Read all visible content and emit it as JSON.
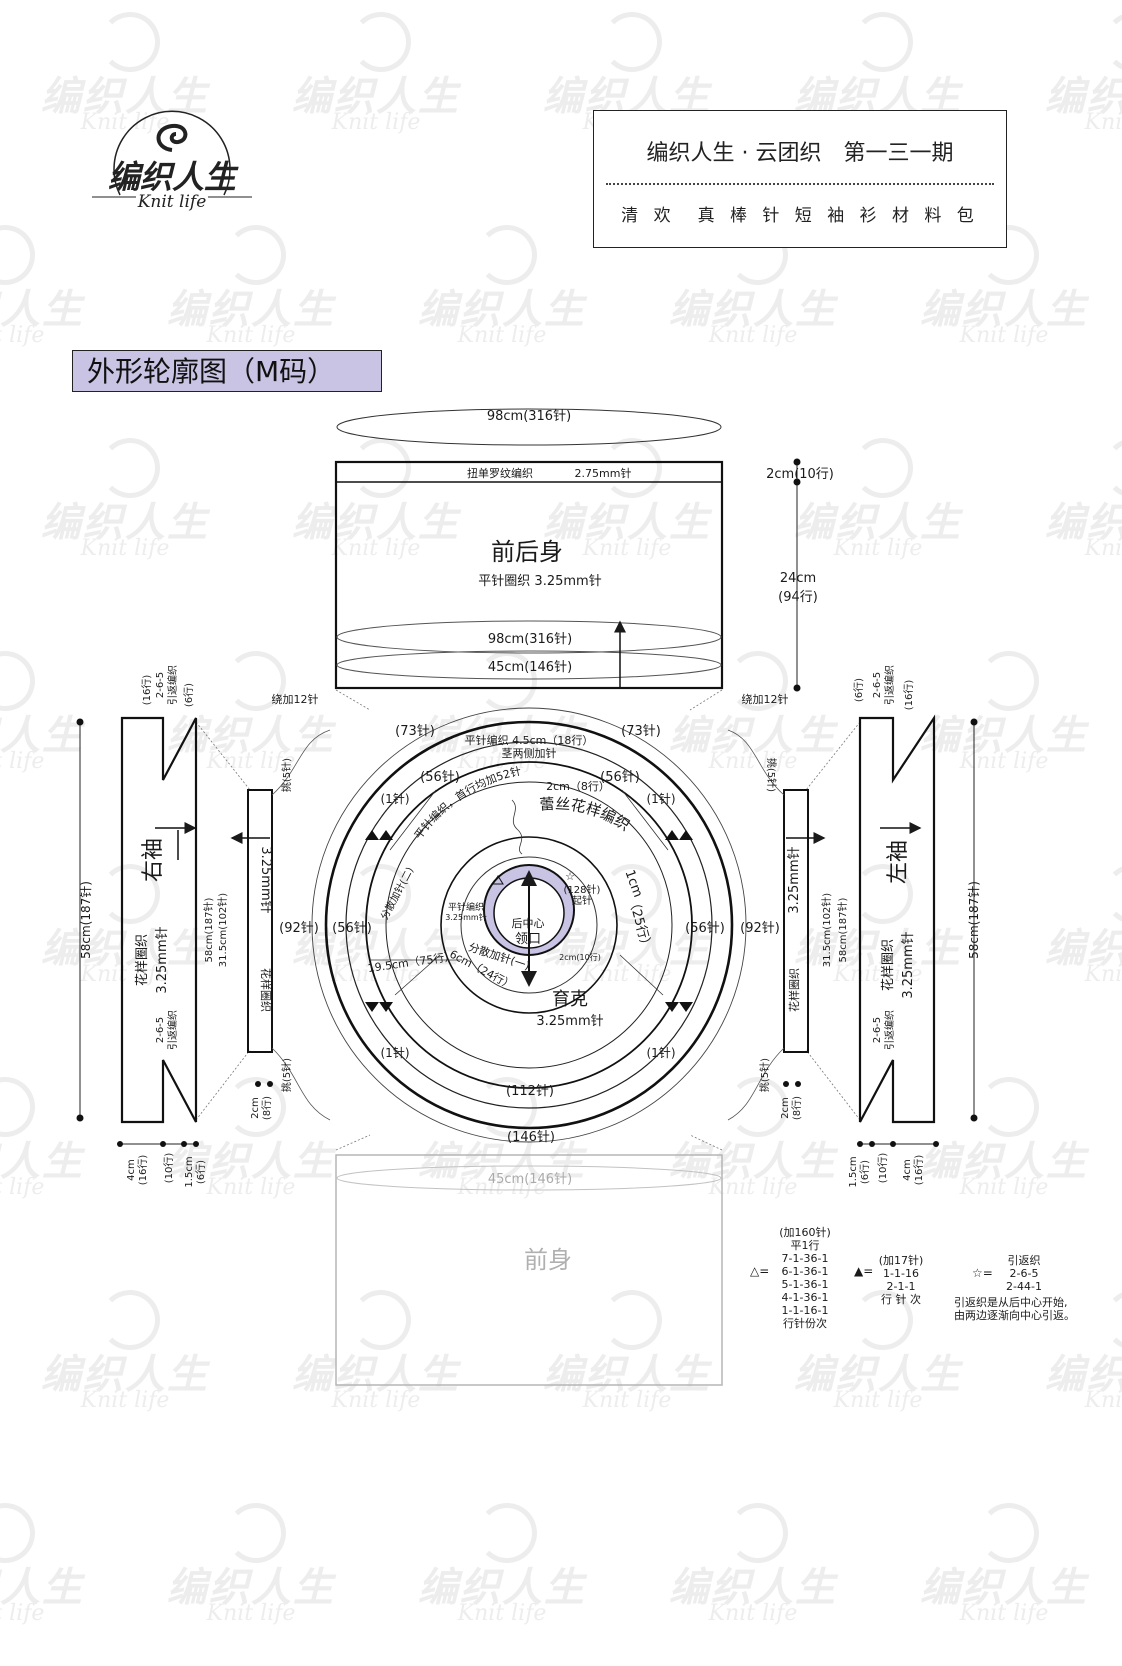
{
  "watermark": {
    "cn": "编织人生",
    "en": "Knit life"
  },
  "logo": {
    "cn": "编织人生",
    "en": "Knit life"
  },
  "title_box": {
    "line1": "编织人生 · 云团织　第一三一期",
    "line2": "清 欢　真 棒 针 短 袖 衫 材 料 包"
  },
  "section_title": "外形轮廓图（M码）",
  "body": {
    "top_width": "98cm(316针)",
    "ribbing": "扭单罗纹编织",
    "ribbing_needle": "2.75mm针",
    "rib_height": "2cm(10行)",
    "title": "前后身",
    "stitch": "平针圈织 3.25mm针",
    "body_height_cm": "24cm",
    "body_height_rows": "(94行)",
    "width_mid": "98cm(316针)",
    "width_half": "45cm(146针)",
    "cast_on_left": "绕加12针",
    "cast_on_right": "绕加12针"
  },
  "yoke": {
    "top_label": "平针编织 4.5cm（18行）",
    "top_label2": "茎两侧加针",
    "c73_l": "(73针)",
    "c73_r": "(73针)",
    "c56_tl": "(56针)",
    "c56_tr": "(56针)",
    "arc_text": "平针编织，首行均加52针",
    "arc_2cm": "2cm（8行）",
    "lace": "蕾丝花样编织",
    "c1_tl": "(1针)",
    "c1_tr": "(1针)",
    "c1_bl": "(1针)",
    "c1_br": "(1针)",
    "scatter_inc2": "分散加针(二)",
    "dim_1cm": "1cm",
    "dim_25": "（25行）",
    "c92_l": "(92针)",
    "c92_r": "(92针)",
    "c56_ml": "(56针)",
    "c56_mr": "(56针)",
    "dim_195": "19.5cm（75行）",
    "dim_6cm": "6cm（24行）",
    "scatter_inc1": "分散加针(一)",
    "yoke_title": "育克",
    "yoke_needle": "3.25mm针",
    "c112": "(112针)",
    "c146": "(146针)",
    "back_center": "后中心",
    "neckline": "领口",
    "flat_knit": "平针编织",
    "flat_needle": "3.25mm针",
    "c128": "(128针)",
    "start": "起针",
    "dim_2cm10": "2cm(10行)"
  },
  "right_sleeve": {
    "title": "右袖",
    "pattern": "花样圈织",
    "needle": "3.25mm针",
    "length": "58cm(187针)",
    "short": "2-6-5",
    "short_label": "引返编织",
    "rows16": "(16行)",
    "rows6": "(6行)",
    "inner_length": "58cm(187针)",
    "inner_len2": "31.5cm(102针)",
    "cuff_needle": "3.25mm针",
    "cuff_pattern": "花样圈织",
    "pick": "挑(5针)",
    "dim_2cm": "2cm",
    "dim_8rows": "(8行)",
    "dim_4cm": "4cm",
    "dim_16": "(16行)",
    "dim_10": "(10行)",
    "dim_15": "1.5cm",
    "dim_6": "(6行)"
  },
  "left_sleeve": {
    "title": "左袖",
    "pattern": "花样圈织",
    "needle": "3.25mm针",
    "length": "58cm(187针)",
    "short": "2-6-5",
    "short_label": "引返编织",
    "rows16": "(16行)",
    "rows6": "(6行)",
    "inner_length": "58cm(187针)",
    "inner_len2": "31.5cm(102针)",
    "cuff_needle": "3.25mm针",
    "cuff_pattern": "花样圈织",
    "pick": "挑(5针)",
    "dim_2cm": "2cm",
    "dim_8rows": "(8行)",
    "dim_4cm": "4cm",
    "dim_16": "(16行)",
    "dim_10": "(10行)",
    "dim_15": "1.5cm",
    "dim_6": "(6行)"
  },
  "front": {
    "width": "45cm(146针)",
    "title": "前身"
  },
  "legend": {
    "tri_open": {
      "sym": "△=",
      "lines": [
        "(加160针)",
        "平1行",
        "7-1-36-1",
        "6-1-36-1",
        "5-1-36-1",
        "4-1-36-1",
        "1-1-16-1",
        "行针份次"
      ]
    },
    "tri_fill": {
      "sym": "▲=",
      "lines": [
        "(加17针)",
        "1-1-16",
        "2-1-1",
        "行 针 次"
      ]
    },
    "star": {
      "sym": "☆=",
      "lines": [
        "引返织",
        "2-6-5",
        "2-44-1"
      ]
    },
    "note": [
      "引返织是从后中心开始,",
      "由两边逐渐向中心引返。"
    ]
  }
}
